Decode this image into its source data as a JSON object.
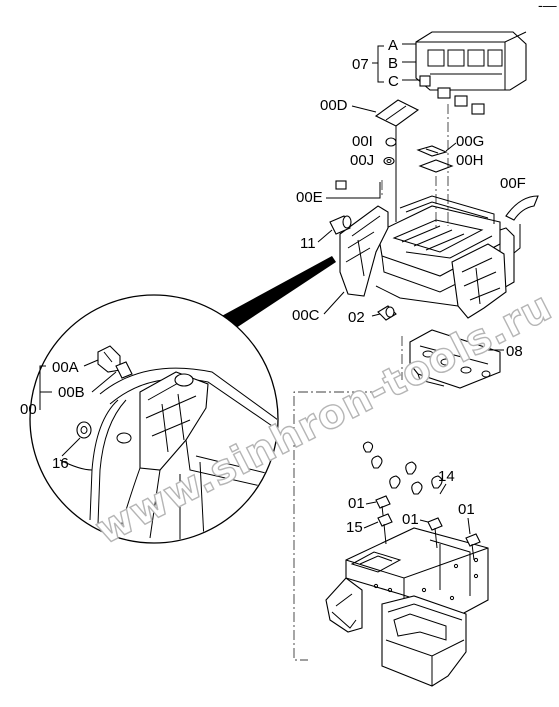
{
  "diagram": {
    "corner_mark": "-—",
    "watermark": "www.sinhron-tools.ru",
    "callouts": {
      "c07": "07",
      "cA": "A",
      "cB": "B",
      "cC": "C",
      "c00D": "00D",
      "c00I": "00I",
      "c00G": "00G",
      "c00J": "00J",
      "c00H": "00H",
      "c00E": "00E",
      "c00F": "00F",
      "c11": "11",
      "c00C": "00C",
      "c02": "02",
      "c08": "08",
      "c00A": "00A",
      "c00B": "00B",
      "c00": "00",
      "c16": "16",
      "c14": "14",
      "c01a": "01",
      "c01b": "01",
      "c01c": "01",
      "c15": "15"
    }
  }
}
